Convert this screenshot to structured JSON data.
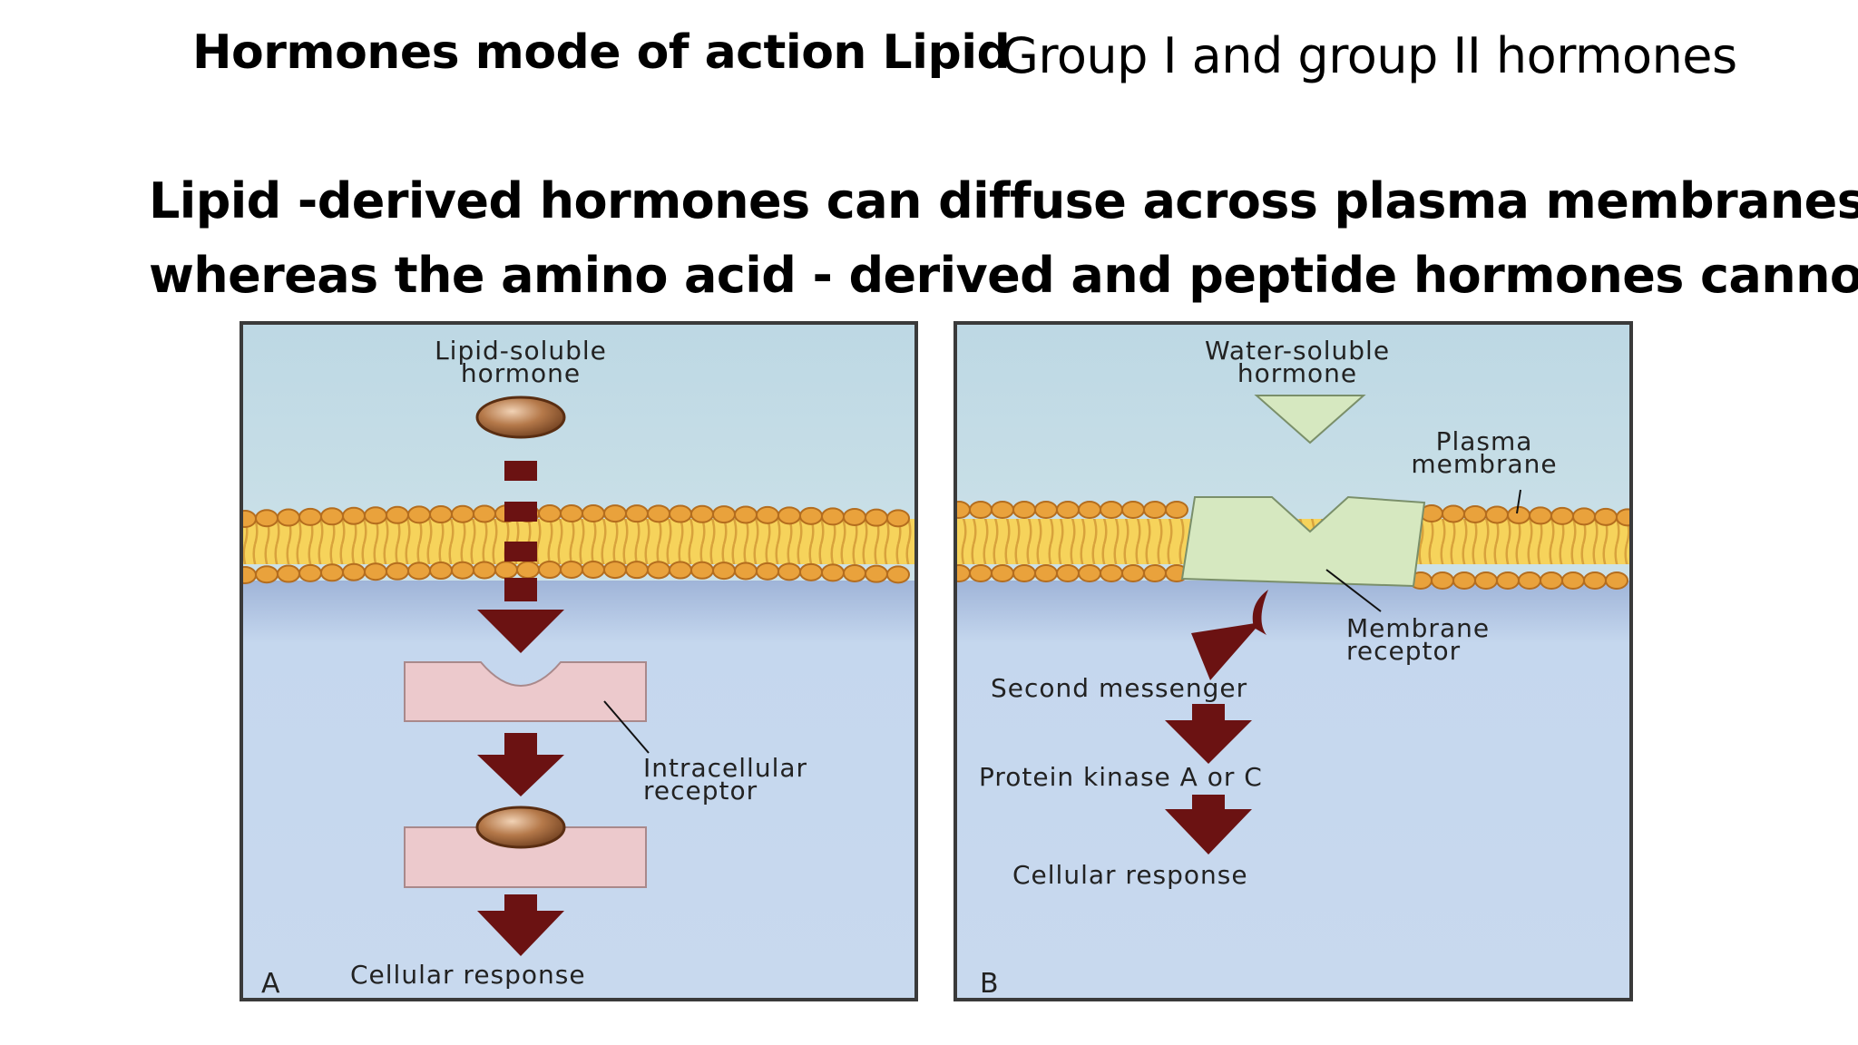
{
  "slide": {
    "title_bold": "Hormones mode of action Lipid",
    "title_regular": "Group I and group II hormones",
    "body_line1": "Lipid -derived hormones can diffuse across plasma membranes",
    "body_line2": "whereas the amino acid - derived and peptide hormones cannot"
  },
  "panel_a": {
    "hormone_line1": "Lipid-soluble",
    "hormone_line2": "hormone",
    "receptor_line1": "Intracellular",
    "receptor_line2": "receptor",
    "response": "Cellular response",
    "letter": "A"
  },
  "panel_b": {
    "hormone_line1": "Water-soluble",
    "hormone_line2": "hormone",
    "membrane_line1": "Plasma",
    "membrane_line2": "membrane",
    "receptor_line1": "Membrane",
    "receptor_line2": "receptor",
    "step1": "Second messenger",
    "step2": "Protein kinase A or C",
    "step3": "Cellular response",
    "letter": "B"
  },
  "colors": {
    "arrow": "#6b1212",
    "membrane_head": "#e7a23a",
    "membrane_tail": "#f6d35b",
    "cytoplasm": "#c5d7ee",
    "extracellular": "#cfe3ea",
    "receptor_a": "#ecc9cc",
    "receptor_b": "#d6e8c0",
    "hormone_ball": "#a5683a"
  }
}
